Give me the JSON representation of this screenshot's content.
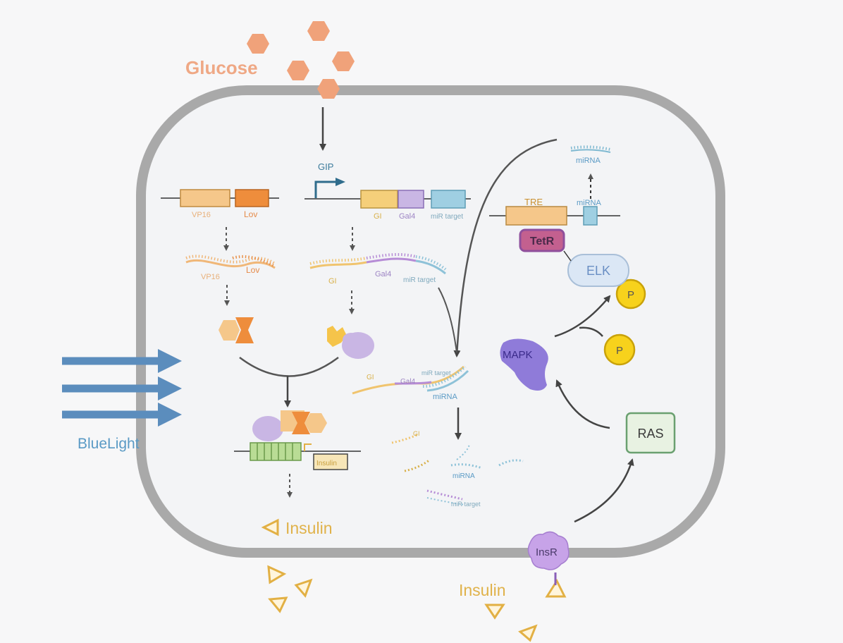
{
  "labels": {
    "glucose": "Glucose",
    "blue_light": "BlueLight",
    "insulin_inside": "Insulin",
    "insulin_outside": "Insulin",
    "gip": "GIP",
    "vp16": "VP16",
    "lov_gene": "Lov",
    "gi": "GI",
    "gal4": "Gal4",
    "mir_target": "miR target",
    "vp16_mrna": "VP16",
    "lov_mrna": "Lov",
    "gi_mrna": "GI",
    "gal4_mrna": "Gal4",
    "mir_target_mrna": "miR target",
    "tre": "TRE",
    "mirna_gene": "miRNA",
    "mirna_top": "miRNA",
    "tetr": "TetR",
    "elk": "ELK",
    "p1": "P",
    "p2": "P",
    "mapk": "MAPK",
    "ras": "RAS",
    "insr": "InsR",
    "insulin_gene": "Insulin",
    "duplex_gi": "GI",
    "duplex_gal4": "Gal4",
    "duplex_target": "miR target",
    "duplex_mirna": "miRNA",
    "frag_gi": "GI",
    "frag_mirna": "miRNA",
    "frag_target": "miR target"
  },
  "colors": {
    "membrane": "#a9a9a9",
    "cell_fill": "#f3f4f6",
    "glucose": "#f0a27a",
    "blue_light": "#5b8dbd",
    "insulin": "#e2b044",
    "orange_light": "#f5c78a",
    "orange_dark": "#ee8d3c",
    "purple": "#c9b6e4",
    "purple_dark": "#8f4f9c",
    "cyan": "#9fcfe2",
    "green": "#b9dc95",
    "elk": "#dbe7f5",
    "p_yellow": "#f7d21c",
    "mapk": "#8f7bd9",
    "ras": "#e8f2e2"
  }
}
